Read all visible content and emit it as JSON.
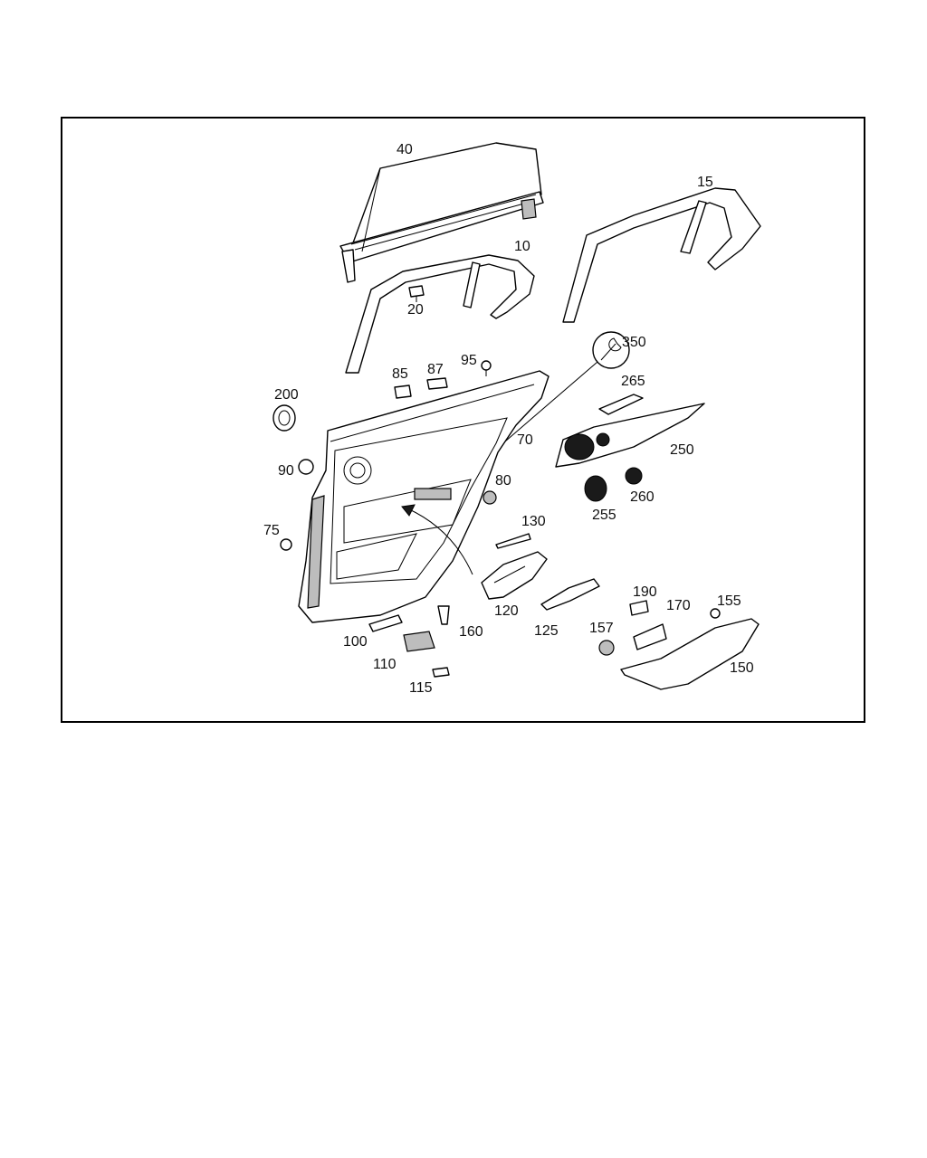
{
  "callouts": {
    "c10": "10",
    "c15": "15",
    "c20": "20",
    "c40": "40",
    "c70": "70",
    "c75": "75",
    "c80": "80",
    "c85": "85",
    "c87": "87",
    "c90": "90",
    "c95": "95",
    "c100": "100",
    "c110": "110",
    "c115": "115",
    "c120": "120",
    "c125": "125",
    "c130": "130",
    "c150": "150",
    "c155": "155",
    "c157": "157",
    "c160": "160",
    "c170": "170",
    "c190": "190",
    "c200": "200",
    "c250": "250",
    "c255": "255",
    "c260": "260",
    "c265": "265",
    "c350": "350"
  },
  "icons": {
    "tool": "wrench-icon"
  }
}
